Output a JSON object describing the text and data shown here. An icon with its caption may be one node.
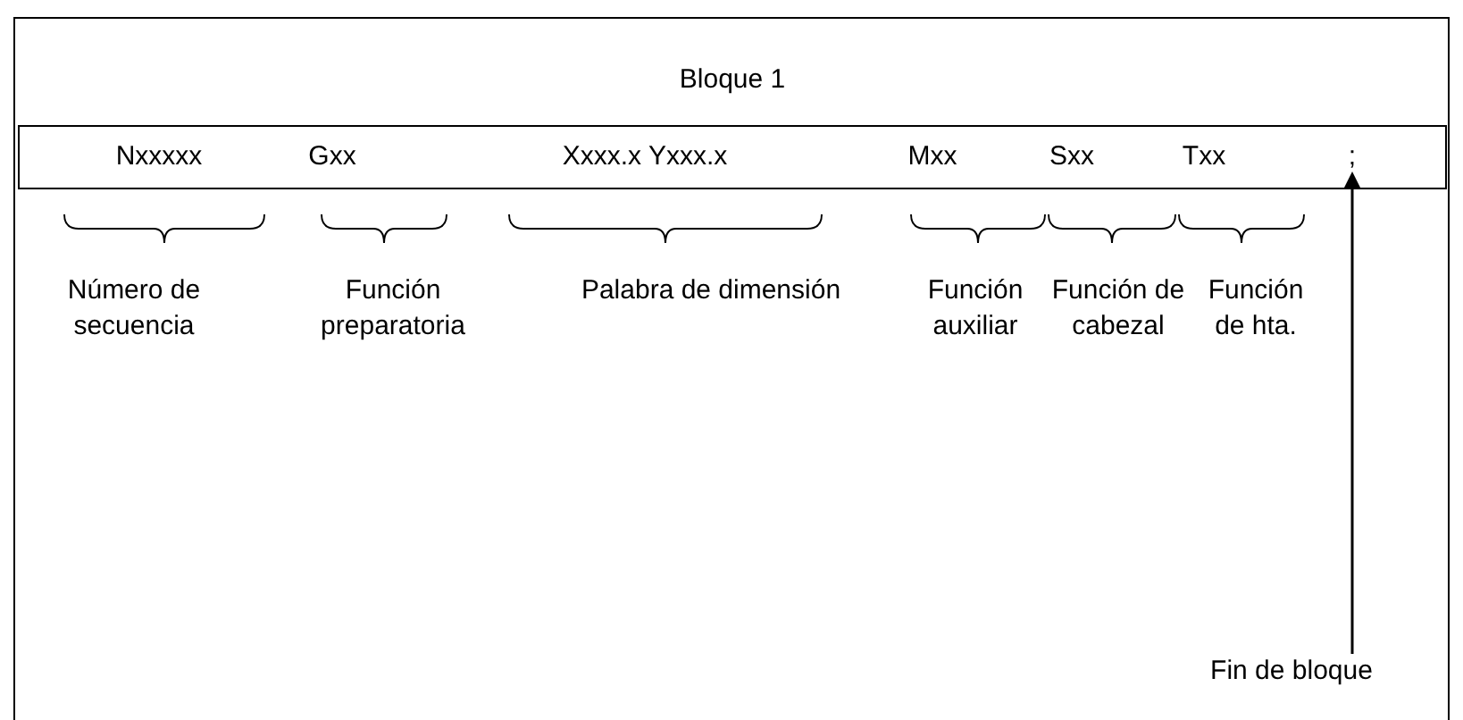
{
  "diagram": {
    "nodes": [
      {
        "text": [
          "Nxxxxx",
          "Gxx",
          "Xxxx.x Yxxx.x",
          "Mxx",
          "Sxx",
          "Txx"
        ]
      },
      {
        "text": [
          ";"
        ],
        "in": 0
      },
      {
        "text": [
          "Fin de bloque"
        ]
      }
    ],
    "edges": [
      {
        "from": 2,
        "to": 1,
        "arrow": "to"
      }
    ],
    "labels": [
      "Bloque 1",
      "Número de secuencia",
      "Función preparatoria",
      "Palabra de dimensión",
      "Función auxiliar",
      "Función de cabezal",
      "Función de hta."
    ]
  }
}
